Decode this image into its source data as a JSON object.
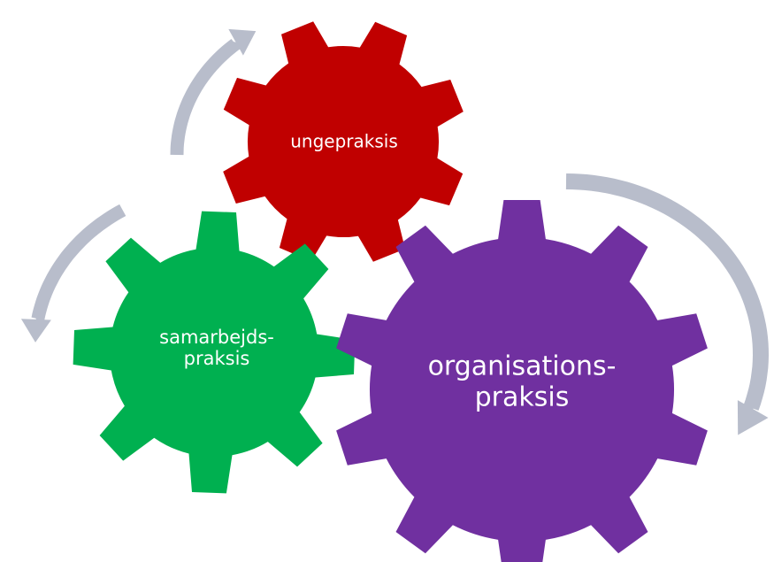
{
  "colors": {
    "red_gear": "#C00000",
    "green_gear": "#00B050",
    "purple_gear": "#7030A0",
    "arrow": "#B8BDCB"
  },
  "gears": {
    "red": {
      "line1": "ungepraksis",
      "line2": ""
    },
    "green": {
      "line1": "samarbejds-",
      "line2": "praksis"
    },
    "purple": {
      "line1": "organisations-",
      "line2": "praksis"
    }
  }
}
